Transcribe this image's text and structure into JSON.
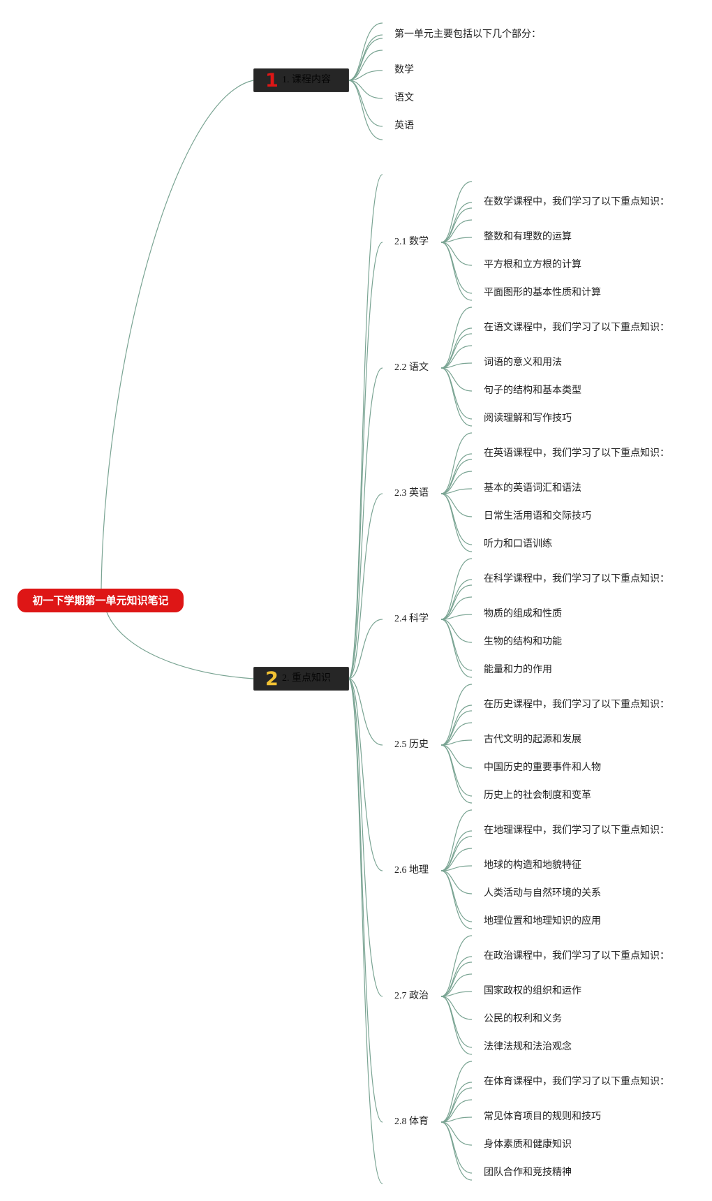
{
  "root": {
    "label": "初一下学期第一单元知识笔记",
    "color": "#de1616"
  },
  "link_color": "#7aa493",
  "branch1": {
    "badge": "1",
    "badge_color": "#de1616",
    "label": "1. 课程内容",
    "intro": "第一单元主要包括以下几个部分：",
    "items": [
      "数学",
      "语文",
      "英语"
    ]
  },
  "branch2": {
    "badge": "2",
    "badge_color": "#f2c233",
    "label": "2. 重点知识",
    "sections": [
      {
        "label": "2.1 数学",
        "intro": "在数学课程中，我们学习了以下重点知识：",
        "items": [
          "整数和有理数的运算",
          "平方根和立方根的计算",
          "平面图形的基本性质和计算"
        ]
      },
      {
        "label": "2.2 语文",
        "intro": "在语文课程中，我们学习了以下重点知识：",
        "items": [
          "词语的意义和用法",
          "句子的结构和基本类型",
          "阅读理解和写作技巧"
        ]
      },
      {
        "label": "2.3 英语",
        "intro": "在英语课程中，我们学习了以下重点知识：",
        "items": [
          "基本的英语词汇和语法",
          "日常生活用语和交际技巧",
          "听力和口语训练"
        ]
      },
      {
        "label": "2.4 科学",
        "intro": "在科学课程中，我们学习了以下重点知识：",
        "items": [
          "物质的组成和性质",
          "生物的结构和功能",
          "能量和力的作用"
        ]
      },
      {
        "label": "2.5 历史",
        "intro": "在历史课程中，我们学习了以下重点知识：",
        "items": [
          "古代文明的起源和发展",
          "中国历史的重要事件和人物",
          "历史上的社会制度和变革"
        ]
      },
      {
        "label": "2.6 地理",
        "intro": "在地理课程中，我们学习了以下重点知识：",
        "items": [
          "地球的构造和地貌特征",
          "人类活动与自然环境的关系",
          "地理位置和地理知识的应用"
        ]
      },
      {
        "label": "2.7 政治",
        "intro": "在政治课程中，我们学习了以下重点知识：",
        "items": [
          "国家政权的组织和运作",
          "公民的权利和义务",
          "法律法规和法治观念"
        ]
      },
      {
        "label": "2.8 体育",
        "intro": "在体育课程中，我们学习了以下重点知识：",
        "items": [
          "常见体育项目的规则和技巧",
          "身体素质和健康知识",
          "团队合作和竞技精神"
        ]
      }
    ]
  }
}
